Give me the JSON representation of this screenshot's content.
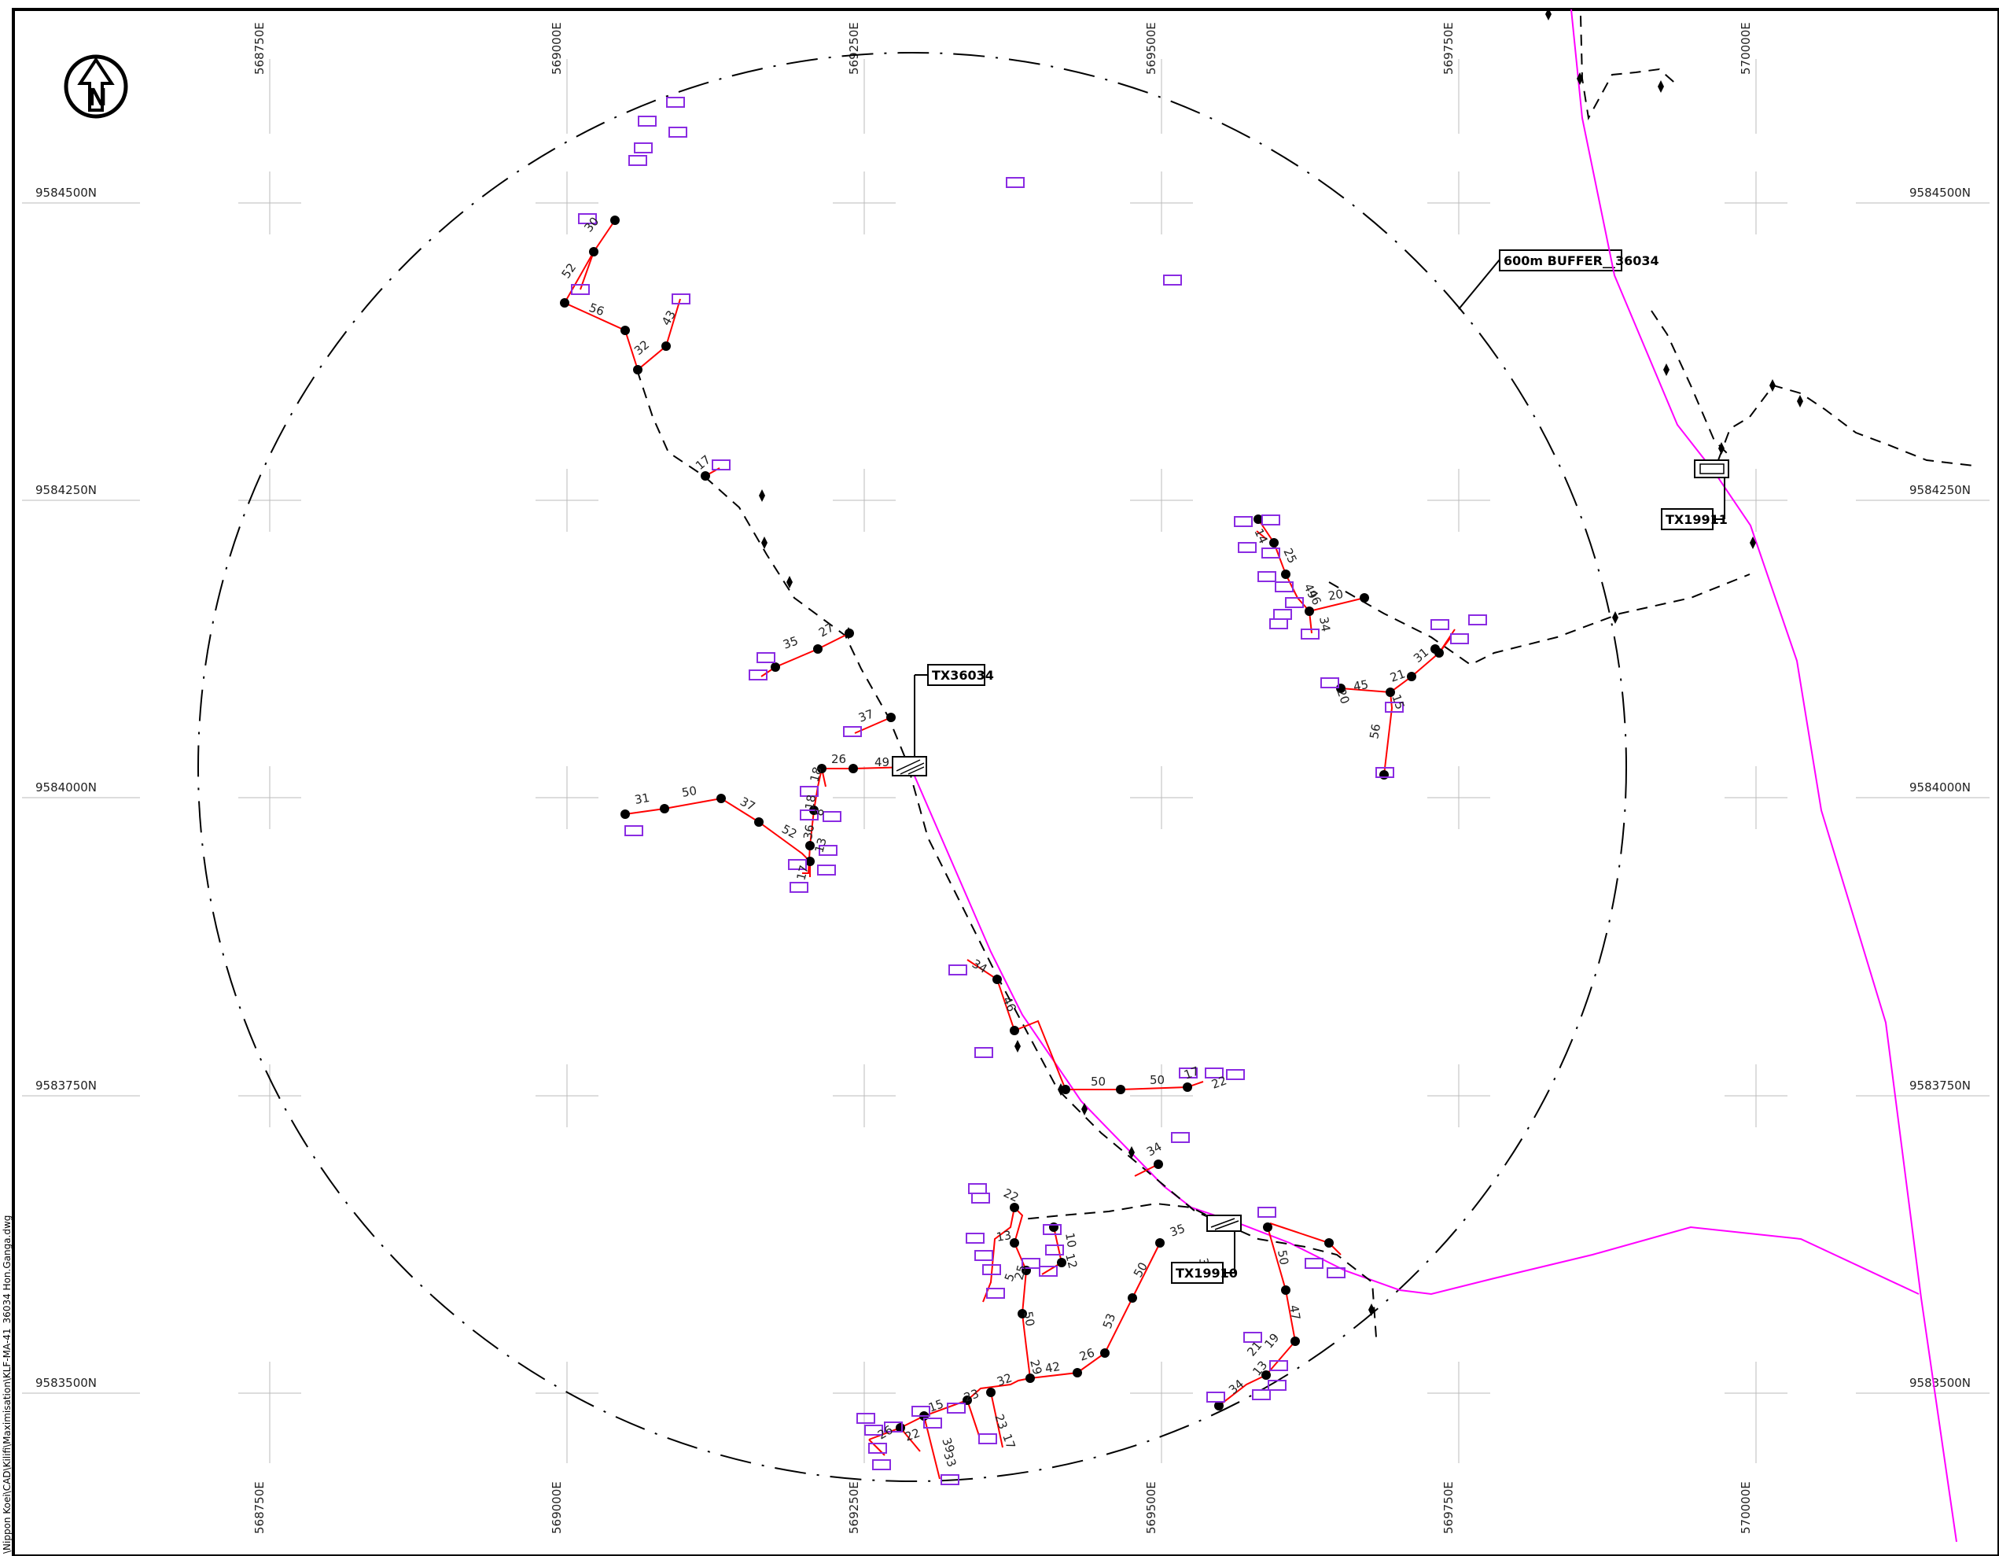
{
  "grid": {
    "easting_labels": [
      "568750E",
      "569000E",
      "569250E",
      "569500E",
      "569750E",
      "570000E"
    ],
    "northing_labels": [
      "9584500N",
      "9584250N",
      "9584000N",
      "9583750N",
      "9583500N"
    ]
  },
  "buffer_label": "600m BUFFER__36034",
  "transformers": [
    {
      "id": "tx36034",
      "label": "TX36034"
    },
    {
      "id": "tx19910",
      "label": "TX19910"
    },
    {
      "id": "tx19911",
      "label": "TX19911"
    }
  ],
  "file_path": "\\Nippon Koei\\CAD\\Kilifi\\Maximisation\\KLF-MA-41_36034 Hon.Ganga.dwg",
  "north_arrow": {
    "icon": "north-arrow-icon",
    "letter": "N"
  },
  "colors": {
    "mv_line": "#ff00ff",
    "lv_line": "#ff0000",
    "customer_box": "#8a2be2",
    "buffer": "#000000"
  },
  "segment_labels": [
    "30",
    "52",
    "56",
    "43",
    "32",
    "17",
    "35",
    "27",
    "37",
    "49",
    "26",
    "31",
    "50",
    "37",
    "52",
    "18",
    "18",
    "8",
    "36",
    "13",
    "17",
    "34",
    "46",
    "50",
    "50",
    "17",
    "22",
    "34",
    "22",
    "13",
    "10",
    "12",
    "25",
    "5",
    "50",
    "53",
    "50",
    "35",
    "34",
    "50",
    "47",
    "19",
    "21",
    "13",
    "34",
    "29",
    "42",
    "26",
    "32",
    "15",
    "23",
    "23",
    "17",
    "26",
    "22",
    "39",
    "33",
    "25",
    "14",
    "49",
    "20",
    "34",
    "46",
    "31",
    "21",
    "45",
    "20",
    "15",
    "56"
  ]
}
